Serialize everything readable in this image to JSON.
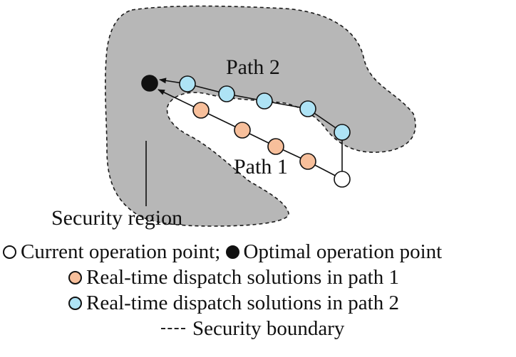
{
  "labels": {
    "path2": "Path 2",
    "path1": "Path 1",
    "security_region": "Security region"
  },
  "legend": {
    "current_point": "Current operation point;",
    "optimal_point": "Optimal operation point",
    "path1_solutions": "Real-time dispatch solutions in path 1",
    "path2_solutions": "Real-time dispatch solutions in path 2",
    "security_boundary": "Security boundary"
  },
  "colors": {
    "region_fill": "#b7b7b7",
    "path1_marker": "#f7bf9b",
    "path2_marker": "#aee3f5",
    "optimal_marker": "#111111",
    "current_marker": "#ffffff"
  }
}
